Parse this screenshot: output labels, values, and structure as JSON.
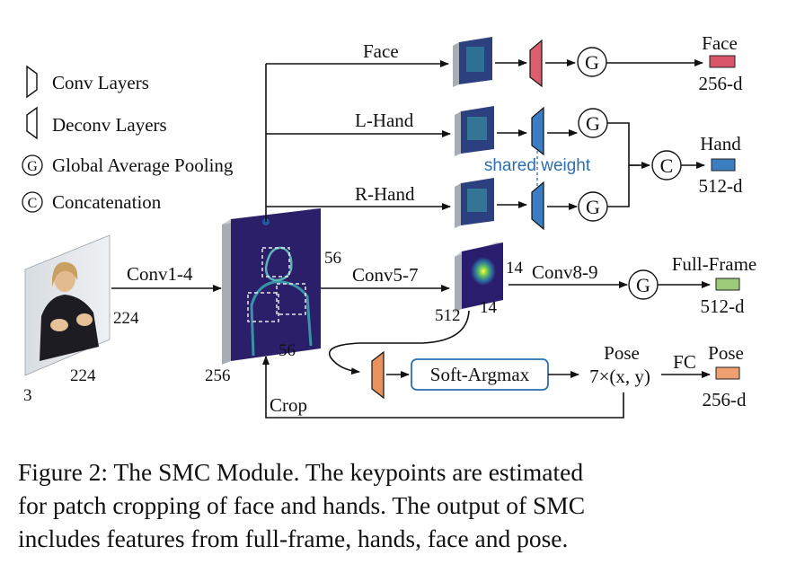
{
  "legend": {
    "conv": "Conv Layers",
    "deconv": "Deconv Layers",
    "gap": "Global Average Pooling",
    "concat": "Concatenation",
    "gap_symbol": "G",
    "concat_symbol": "C"
  },
  "input": {
    "height": "224",
    "width": "224",
    "channels": "3"
  },
  "stage1": {
    "label": "Conv1-4",
    "h": "56",
    "w": "56",
    "c": "256"
  },
  "stage2": {
    "label": "Conv5-7",
    "h": "14",
    "w": "14",
    "c": "512"
  },
  "branches": {
    "face": "Face",
    "lhand": "L-Hand",
    "rhand": "R-Hand",
    "full": "Conv8-9",
    "shared": "shared weight"
  },
  "outputs": {
    "face_title": "Face",
    "face_dim": "256-d",
    "hand_title": "Hand",
    "hand_dim": "512-d",
    "full_title": "Full-Frame",
    "full_dim": "512-d",
    "pose_title": "Pose",
    "pose_dim": "256-d"
  },
  "pose": {
    "argmax": "Soft-Argmax",
    "label": "Pose",
    "coords": "7×(x, y)",
    "fc": "FC",
    "crop": "Crop"
  },
  "colors": {
    "face": "#d9566a",
    "hand": "#3c7fc0",
    "full": "#9ccb7a",
    "pose": "#f0a070",
    "deconv_face": "#dd5f6e",
    "deconv_hand": "#3a7dc4",
    "deconv_pose": "#e8925d",
    "shared_text": "#2d6fae"
  },
  "caption": {
    "line1": "Figure 2: The SMC Module. The keypoints are estimated",
    "line2": "for patch cropping of face and hands. The output of SMC",
    "line3": "includes features from full-frame, hands, face and pose."
  }
}
